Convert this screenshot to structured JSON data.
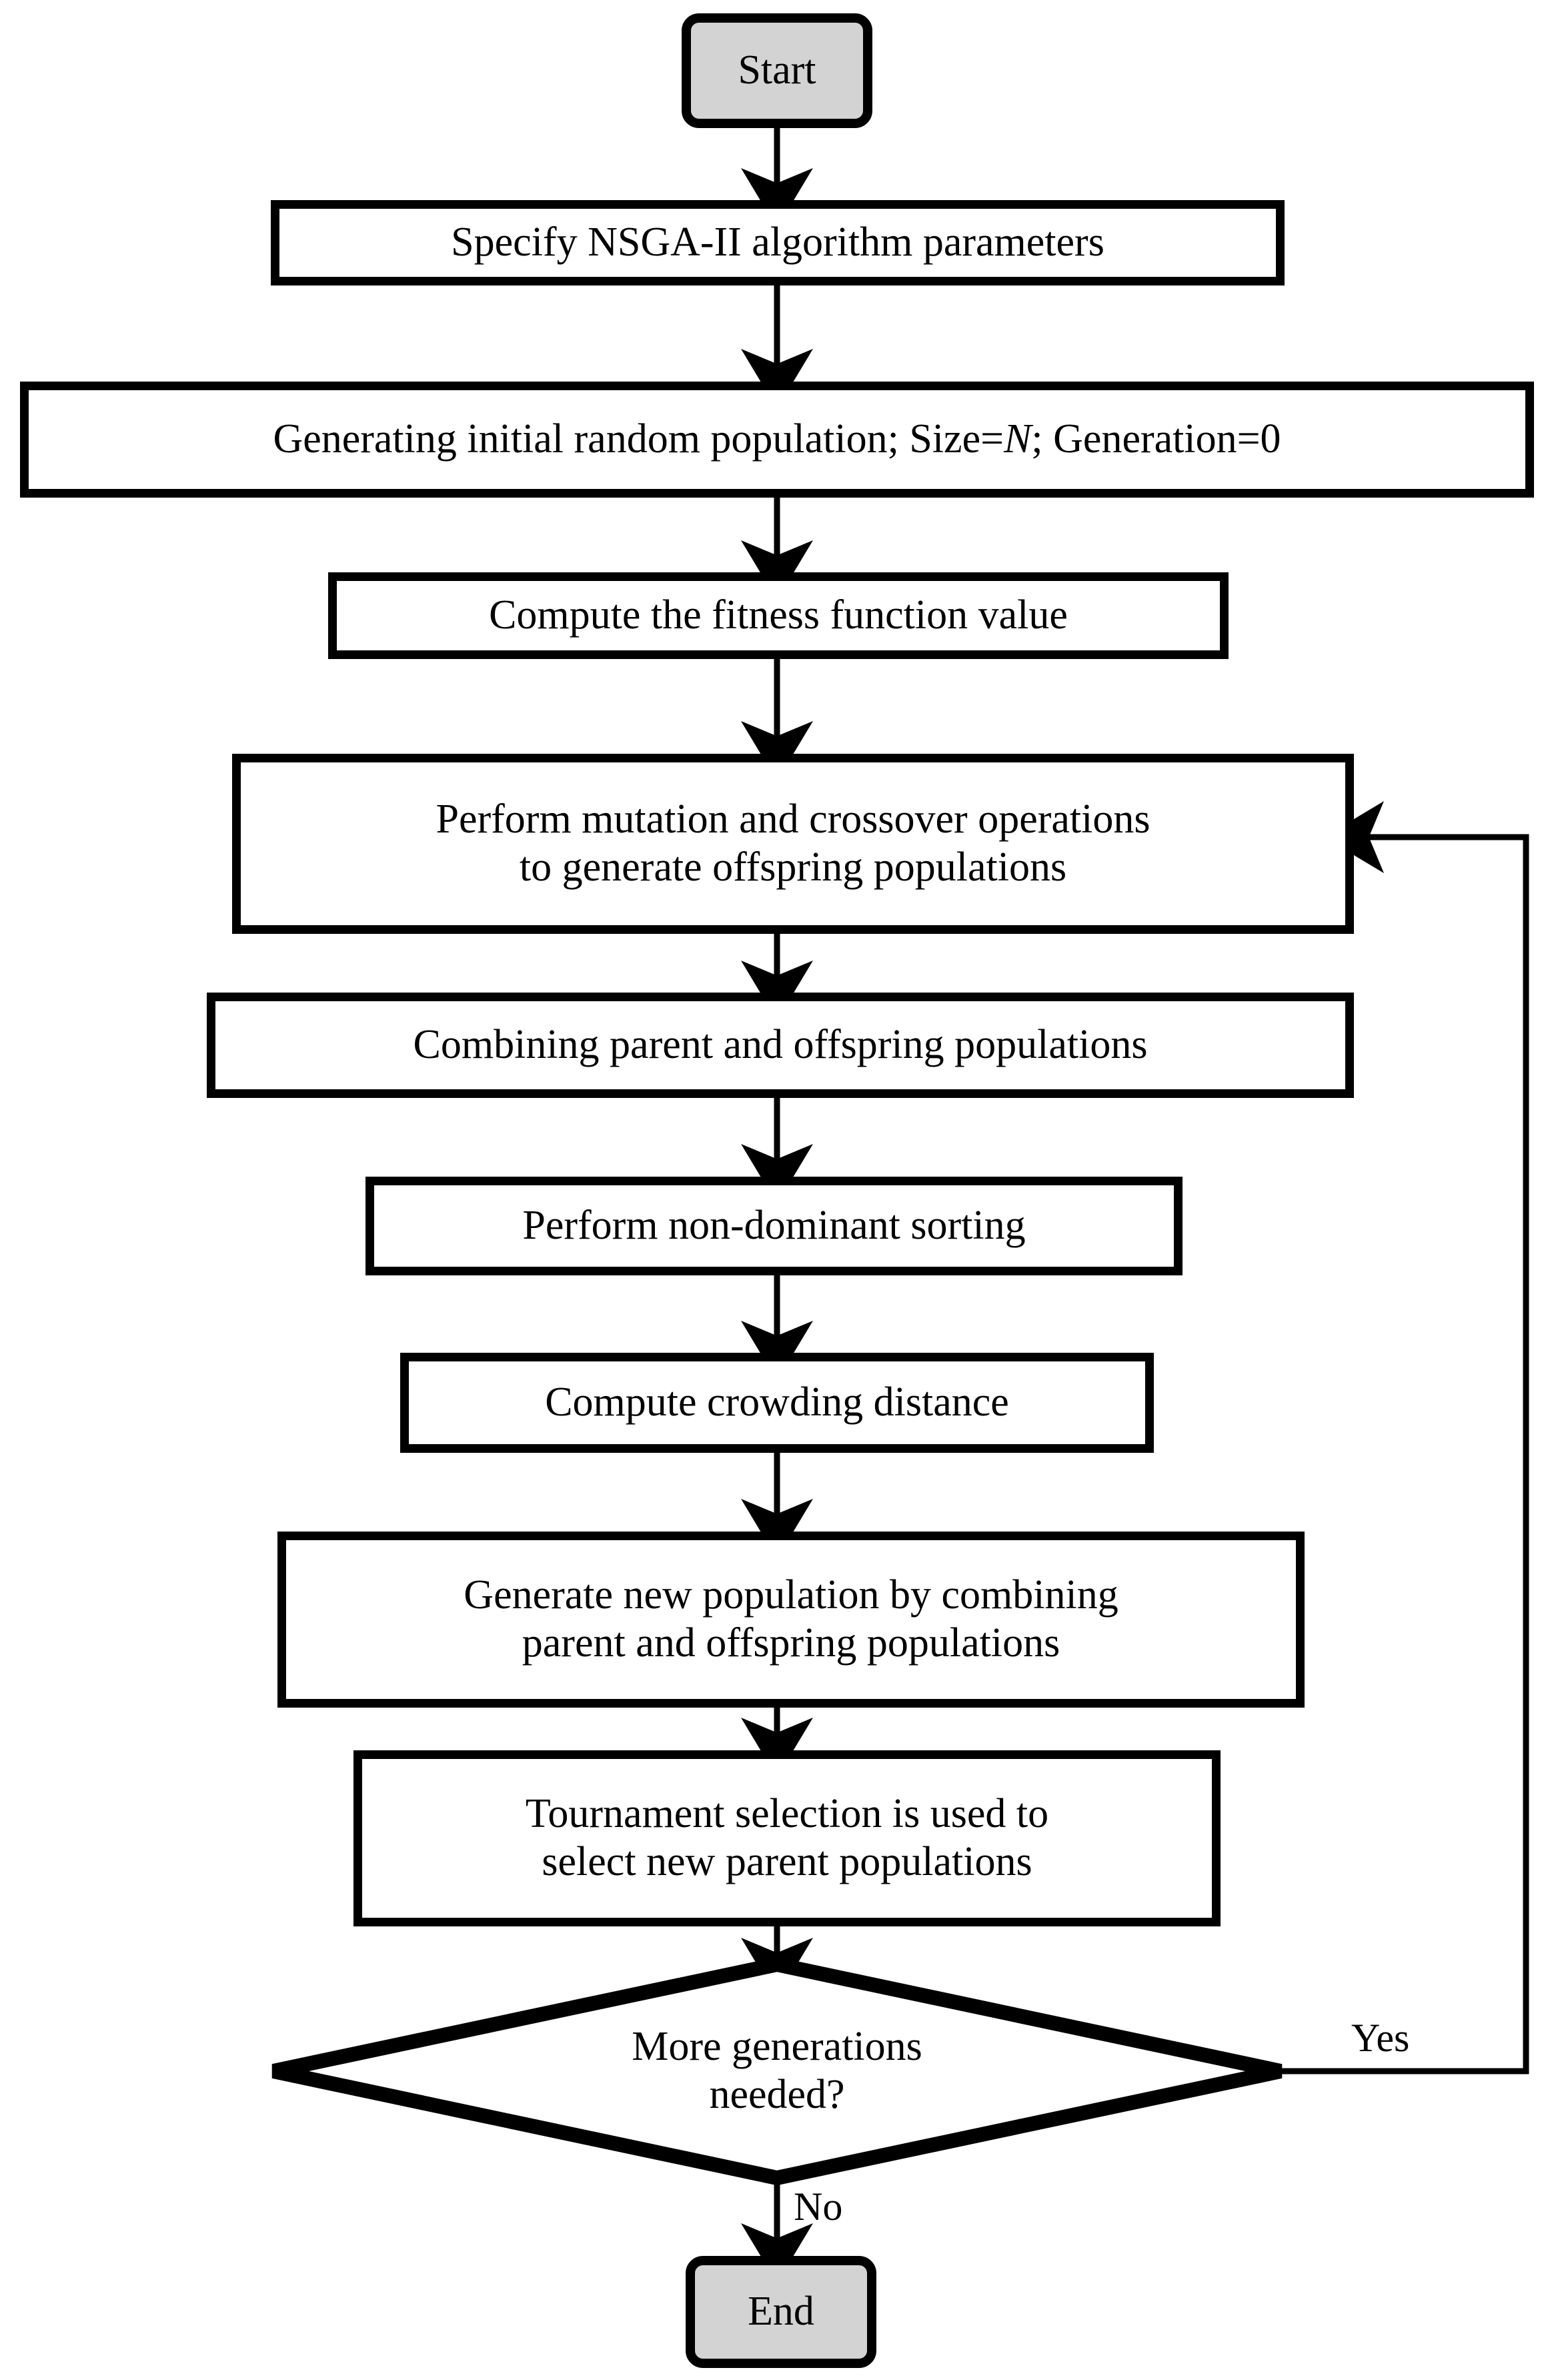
{
  "diagram": {
    "title": "NSGA-II algorithm flowchart",
    "colors": {
      "stroke": "#000000",
      "process_fill": "#ffffff",
      "terminator_fill": "#d3d3d3",
      "background": "#ffffff"
    }
  },
  "nodes": {
    "start": {
      "label": "Start",
      "shape": "terminator"
    },
    "specify_params": {
      "label": "Specify NSGA-II algorithm parameters",
      "shape": "process"
    },
    "init_population": {
      "label_before": "Generating initial random population; Size=",
      "label_italic": "N",
      "label_after": "; Generation=0",
      "shape": "process"
    },
    "compute_fitness": {
      "label": "Compute the fitness function value",
      "shape": "process"
    },
    "mutation_crossover": {
      "label": "Perform mutation and crossover operations\nto generate offspring populations",
      "shape": "process"
    },
    "combine_populations": {
      "label": "Combining parent and offspring populations",
      "shape": "process"
    },
    "non_dominant_sorting": {
      "label": "Perform non-dominant sorting",
      "shape": "process"
    },
    "crowding_distance": {
      "label": "Compute crowding distance",
      "shape": "process"
    },
    "generate_new_population": {
      "label": "Generate new population by combining\nparent and offspring populations",
      "shape": "process"
    },
    "tournament_selection": {
      "label": "Tournament selection is used to\nselect new parent populations",
      "shape": "process"
    },
    "more_generations": {
      "label": "More generations\nneeded?",
      "shape": "decision"
    },
    "end": {
      "label": "End",
      "shape": "terminator"
    }
  },
  "edge_labels": {
    "yes": "Yes",
    "no": "No"
  }
}
